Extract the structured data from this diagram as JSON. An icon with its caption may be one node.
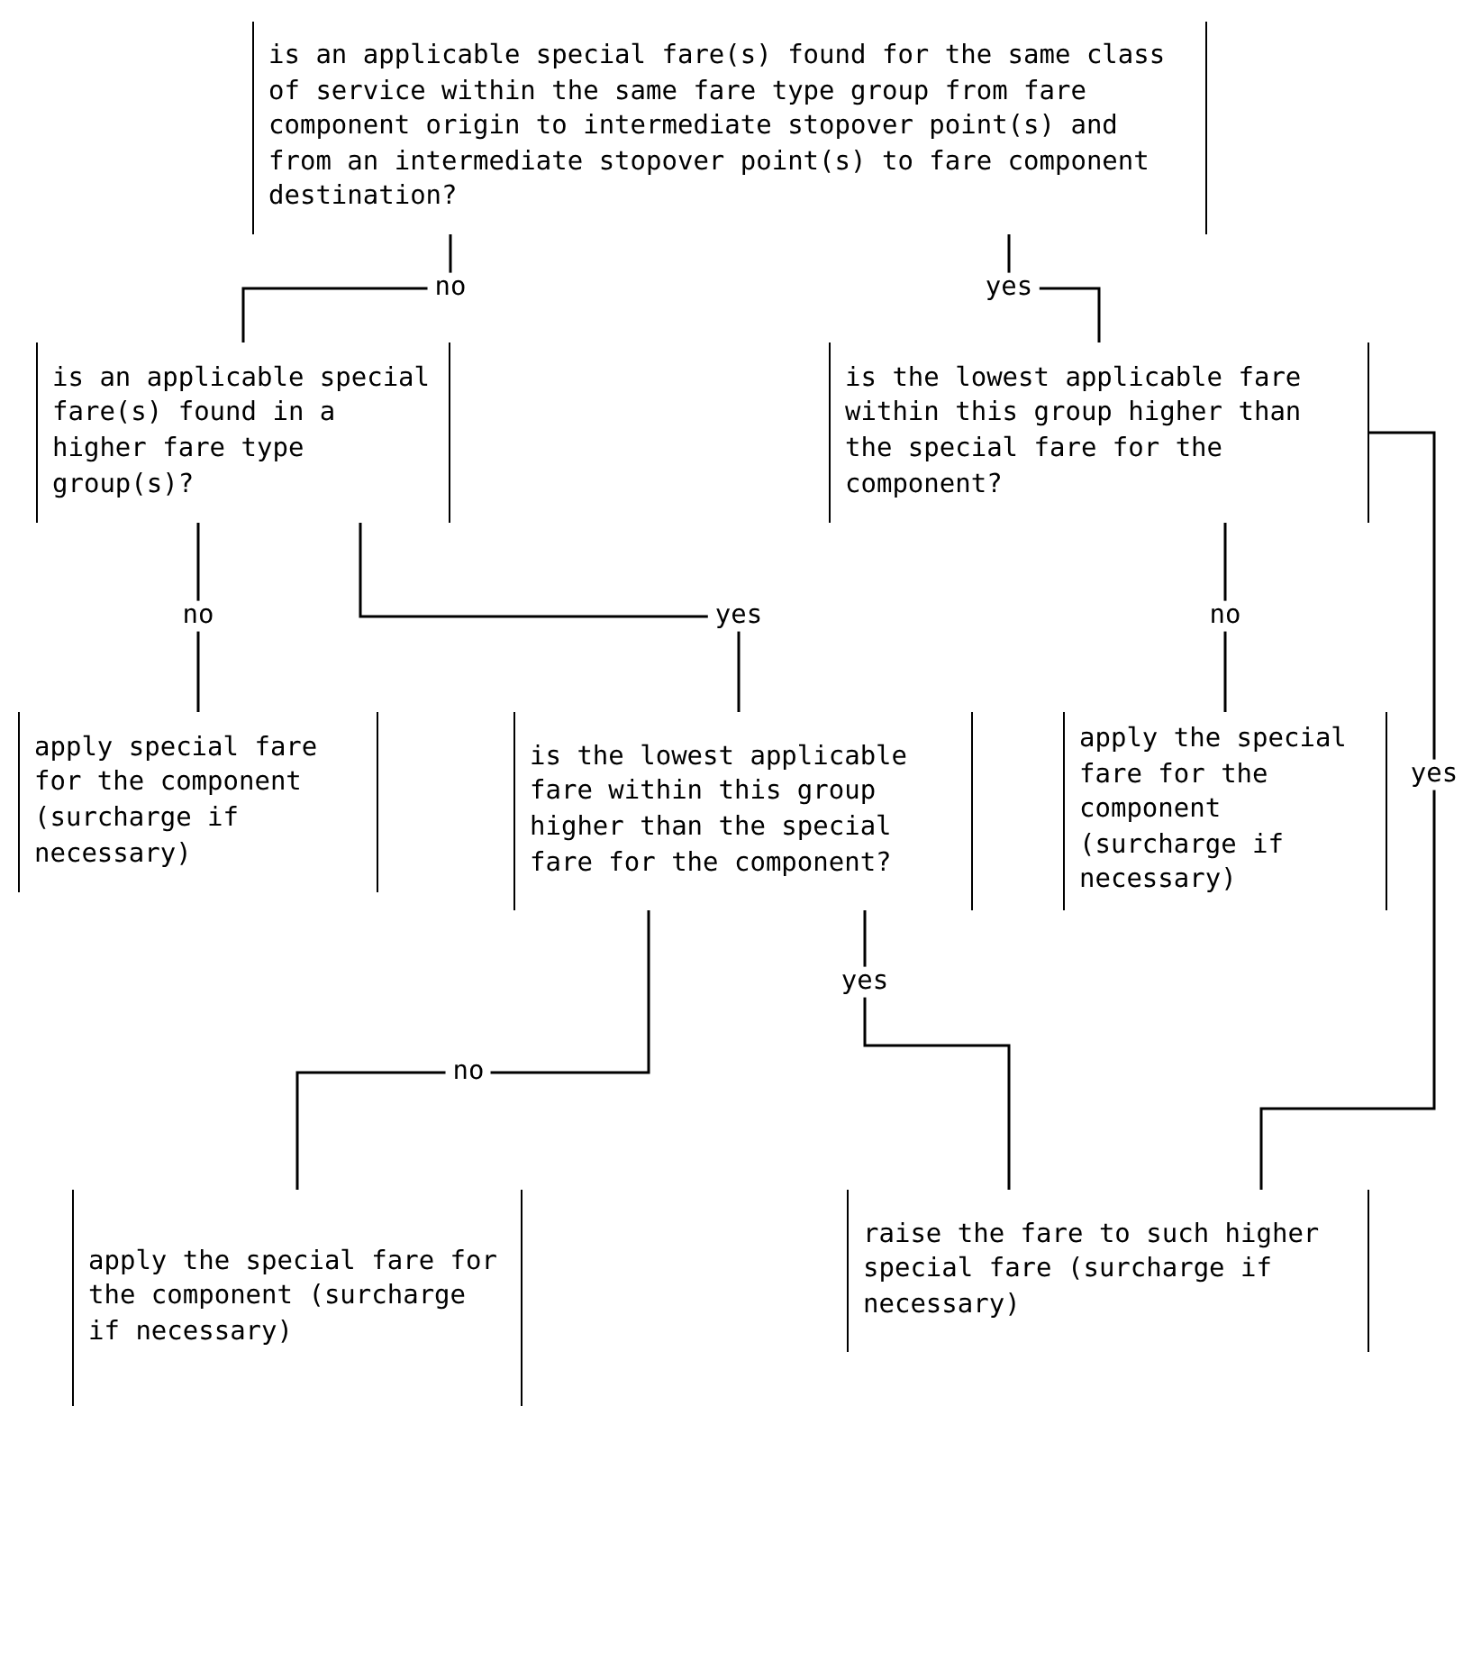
{
  "diagram": {
    "nodes": [
      {
        "text": [
          "is an applicable special fare(s) found for the same class of service within the same fare type group from fare component origin to intermediate stopover point(s) and from an intermediate stopover point(s) to fare component destination?"
        ]
      },
      {
        "text": [
          "is an applicable special fare(s) found in a higher fare type group(s)?"
        ]
      },
      {
        "text": [
          "is the lowest applicable fare within this group higher than the special fare for the component?"
        ]
      },
      {
        "text": [
          "apply special fare for the component (surcharge if necessary)"
        ]
      },
      {
        "text": [
          "is the lowest applicable fare within this group higher than the special fare for the component?"
        ]
      },
      {
        "text": [
          "apply the special fare for the component (surcharge if necessary)"
        ]
      },
      {
        "text": [
          "raise the fare to such higher special fare (surcharge if necessary)"
        ]
      },
      {
        "text": [
          "apply the special fare for the component (surcharge if necessary)"
        ]
      }
    ],
    "edges": [
      {
        "from": 0,
        "to": 1,
        "arrow": "none",
        "label": "no"
      },
      {
        "from": 0,
        "to": 2,
        "arrow": "none",
        "label": "yes"
      },
      {
        "from": 1,
        "to": 3,
        "arrow": "none",
        "label": "no"
      },
      {
        "from": 1,
        "to": 4,
        "arrow": "none",
        "label": "yes"
      },
      {
        "from": 2,
        "to": 5,
        "arrow": "none",
        "label": "no"
      },
      {
        "from": 2,
        "to": 6,
        "arrow": "none",
        "label": "yes"
      },
      {
        "from": 4,
        "to": 7,
        "arrow": "none",
        "label": "no"
      },
      {
        "from": 4,
        "to": 6,
        "arrow": "none",
        "label": "yes"
      }
    ]
  }
}
